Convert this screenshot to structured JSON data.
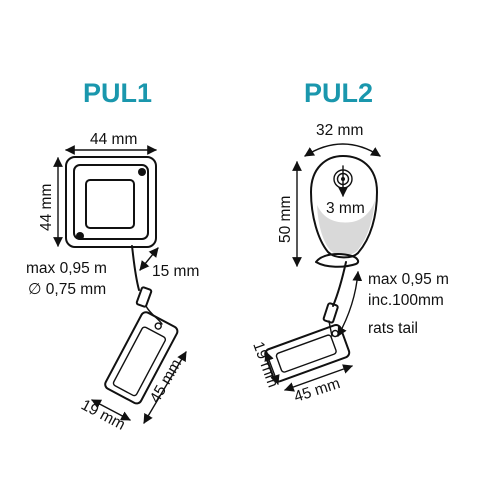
{
  "colors": {
    "title": "#1a97ad",
    "line": "#111111",
    "body_shade": "#d9d9d9",
    "body_light": "#eeeeee",
    "tag_shade": "#e6e6e6"
  },
  "pul1": {
    "title": "PUL1",
    "width_label": "44 mm",
    "height_label": "44 mm",
    "max_label": "max 0,95 m",
    "diameter_label": "∅ 0,75 mm",
    "cable_label": "15 mm",
    "tag_length_label": "45 mm",
    "tag_width_label": "19 mm"
  },
  "pul2": {
    "title": "PUL2",
    "width_label": "32 mm",
    "height_label": "50 mm",
    "hole_label": "3 mm",
    "max_label": "max 0,95 m",
    "inc_label": "inc.100mm",
    "tail_label": "rats tail",
    "tag_width_label": "19 mm",
    "tag_length_label": "45 mm"
  }
}
